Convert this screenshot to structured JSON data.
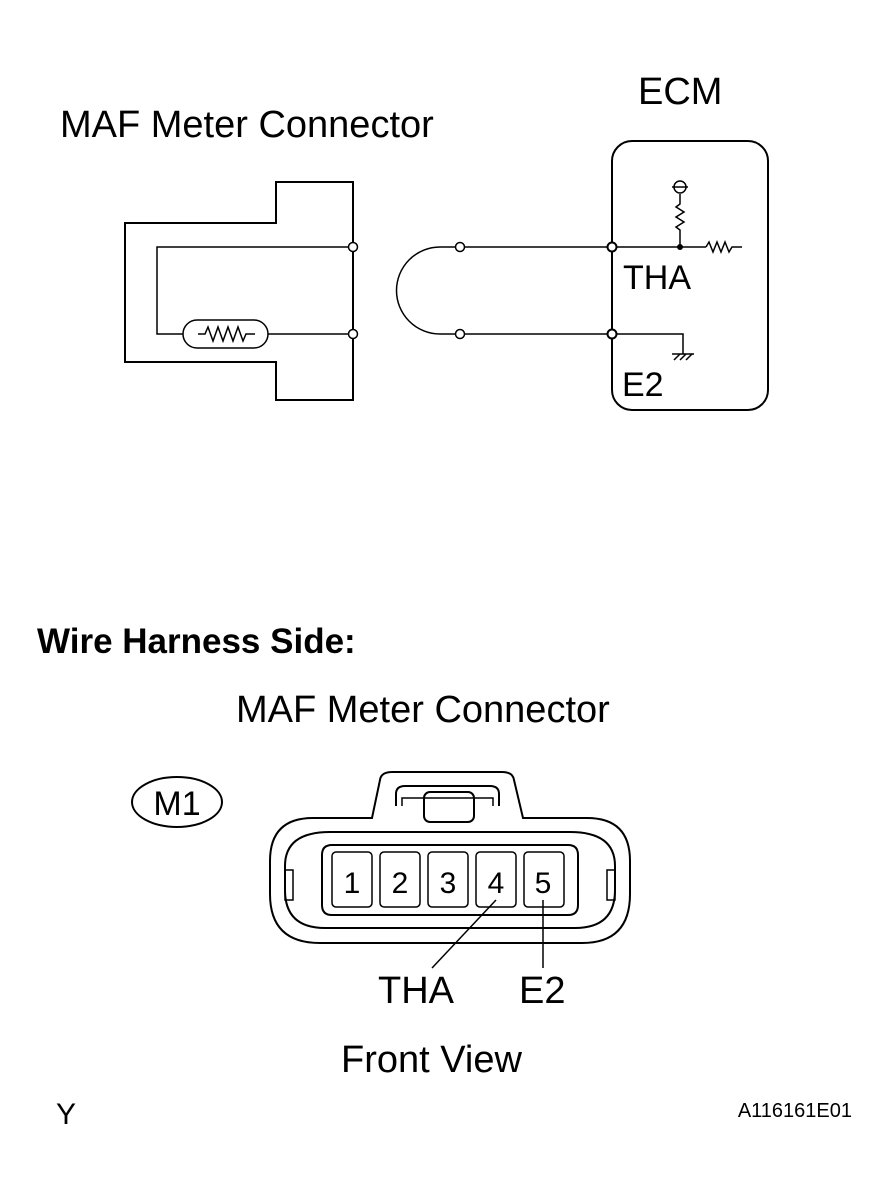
{
  "top_diagram": {
    "maf_label": "MAF Meter Connector",
    "ecm_label": "ECM",
    "tha_label": "THA",
    "e2_label": "E2"
  },
  "bottom_diagram": {
    "section_heading": "Wire Harness Side:",
    "connector_label": "MAF Meter Connector",
    "connector_id": "M1",
    "pins": [
      "1",
      "2",
      "3",
      "4",
      "5"
    ],
    "tha_label": "THA",
    "e2_label": "E2",
    "view_label": "Front View"
  },
  "footer": {
    "left_code": "Y",
    "figure_id": "A116161E01"
  }
}
